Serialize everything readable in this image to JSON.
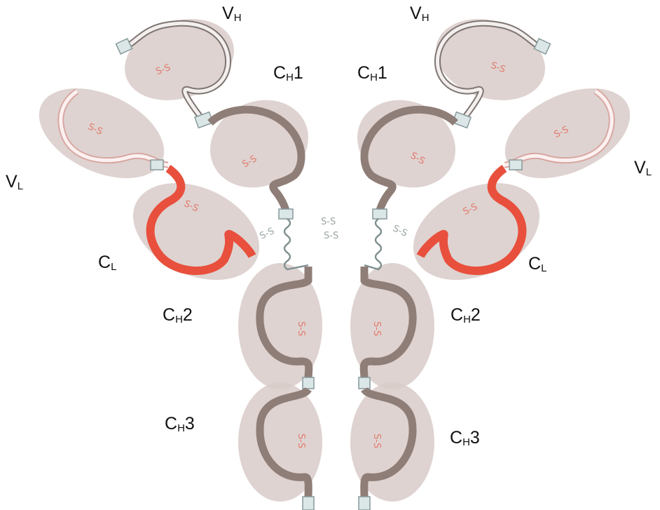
{
  "labels": {
    "vh_left": {
      "main": "V",
      "sub": "H",
      "suffix": ""
    },
    "vh_right": {
      "main": "V",
      "sub": "H",
      "suffix": ""
    },
    "ch1_left": {
      "main": "C",
      "sub": "H",
      "suffix": "1"
    },
    "ch1_right": {
      "main": "C",
      "sub": "H",
      "suffix": "1"
    },
    "vl_left": {
      "main": "V",
      "sub": "L",
      "suffix": ""
    },
    "vl_right": {
      "main": "V",
      "sub": "L",
      "suffix": ""
    },
    "cl_left": {
      "main": "C",
      "sub": "L",
      "suffix": ""
    },
    "cl_right": {
      "main": "C",
      "sub": "L",
      "suffix": ""
    },
    "ch2_left": {
      "main": "C",
      "sub": "H",
      "suffix": "2"
    },
    "ch2_right": {
      "main": "C",
      "sub": "H",
      "suffix": "2"
    },
    "ch3_left": {
      "main": "C",
      "sub": "H",
      "suffix": "3"
    },
    "ch3_right": {
      "main": "C",
      "sub": "H",
      "suffix": "3"
    }
  },
  "disulfide": "S-S",
  "colors": {
    "domain_shadow": "#d8cbc9",
    "heavy_constant": "#8f7d77",
    "light_constant": "#e8503d",
    "light_variable": "#d9a7a2",
    "hinge": "#7f8f90"
  }
}
